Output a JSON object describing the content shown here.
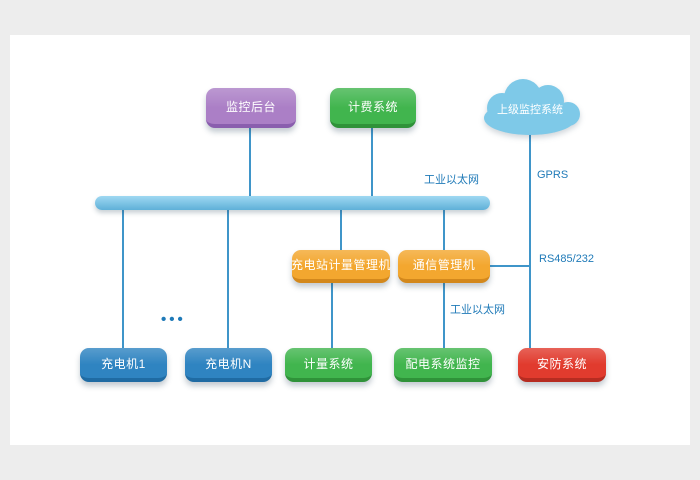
{
  "colors": {
    "page_bg": "#ededed",
    "canvas_bg": "#ffffff",
    "purple": "#ab7fc6",
    "purple_dark": "#8a5eae",
    "green": "#41b54e",
    "green_dark": "#2f9239",
    "blue": "#2f84c1",
    "blue_dark": "#1f6ba3",
    "orange": "#f3a72f",
    "orange_dark": "#d3881c",
    "red": "#e13b2e",
    "red_dark": "#b62c21",
    "cloud": "#7ec9e8",
    "bus": "#9fd8f2",
    "bus_dark": "#5fb0d8",
    "line": "#3f95c9",
    "label_text": "#1f7ab8",
    "dots": "#1f7ab8"
  },
  "nodes": {
    "monitor_backend": {
      "label": "监控后台"
    },
    "billing_system": {
      "label": "计费系统"
    },
    "upper_monitor": {
      "label": "上级监控系统"
    },
    "metering_manager": {
      "label": "充电站计量管理机"
    },
    "comm_manager": {
      "label": "通信管理机"
    },
    "charger_1": {
      "label": "充电机1"
    },
    "charger_n": {
      "label": "充电机N"
    },
    "metering_system": {
      "label": "计量系统"
    },
    "distribution_monitor": {
      "label": "配电系统监控"
    },
    "security_system": {
      "label": "安防系统"
    }
  },
  "labels": {
    "ethernet_bus": "工业以太网",
    "gprs": "GPRS",
    "rs485": "RS485/232",
    "ethernet_link": "工业以太网",
    "ellipsis": "•••"
  }
}
